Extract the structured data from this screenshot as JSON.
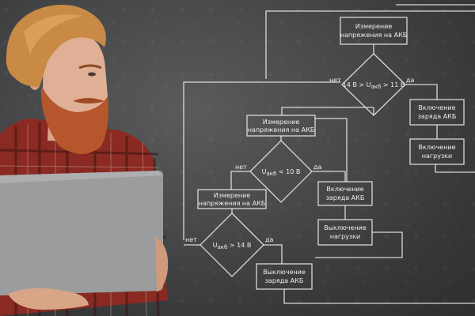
{
  "flowchart": {
    "box1": {
      "line1": "Измерение",
      "line2": "напряжения на АКБ"
    },
    "cond1": "14 В > U",
    "cond1_sub": "акб",
    "cond1_tail": " > 11 В",
    "label_no1": "нет",
    "label_yes1": "да",
    "box_on1": {
      "line1": "Включение",
      "line2": "заряда АКБ"
    },
    "box_off1": {
      "line1": "Включение",
      "line2": "нагрузки"
    },
    "box2": {
      "line1": "Измерение",
      "line2": "напряжения на АКБ"
    },
    "cond2": "U",
    "cond2_sub": "акб",
    "cond2_tail": " < 10 В",
    "label_no2": "нет",
    "label_yes2": "да",
    "box_on2": {
      "line1": "Включение",
      "line2": "заряда АКБ"
    },
    "box_off2": {
      "line1": "Выключение",
      "line2": "нагрузки"
    },
    "box3": {
      "line1": "Измерение",
      "line2": "напряжения на АКБ"
    },
    "cond3": "U",
    "cond3_sub": "акб",
    "cond3_tail": " > 14 В",
    "label_no3": "нет",
    "label_yes3": "да",
    "box_off3": {
      "line1": "Выключение",
      "line2": "заряда АКБ"
    }
  },
  "colors": {
    "chalkboard": "#48494a",
    "chalk": "#e6e6e6",
    "hair": "#c98a45",
    "beard": "#b5562c",
    "shirt": "#8a2a22",
    "laptop": "#9a9c9e"
  },
  "icons": [
    "man-with-laptop-illustration"
  ]
}
